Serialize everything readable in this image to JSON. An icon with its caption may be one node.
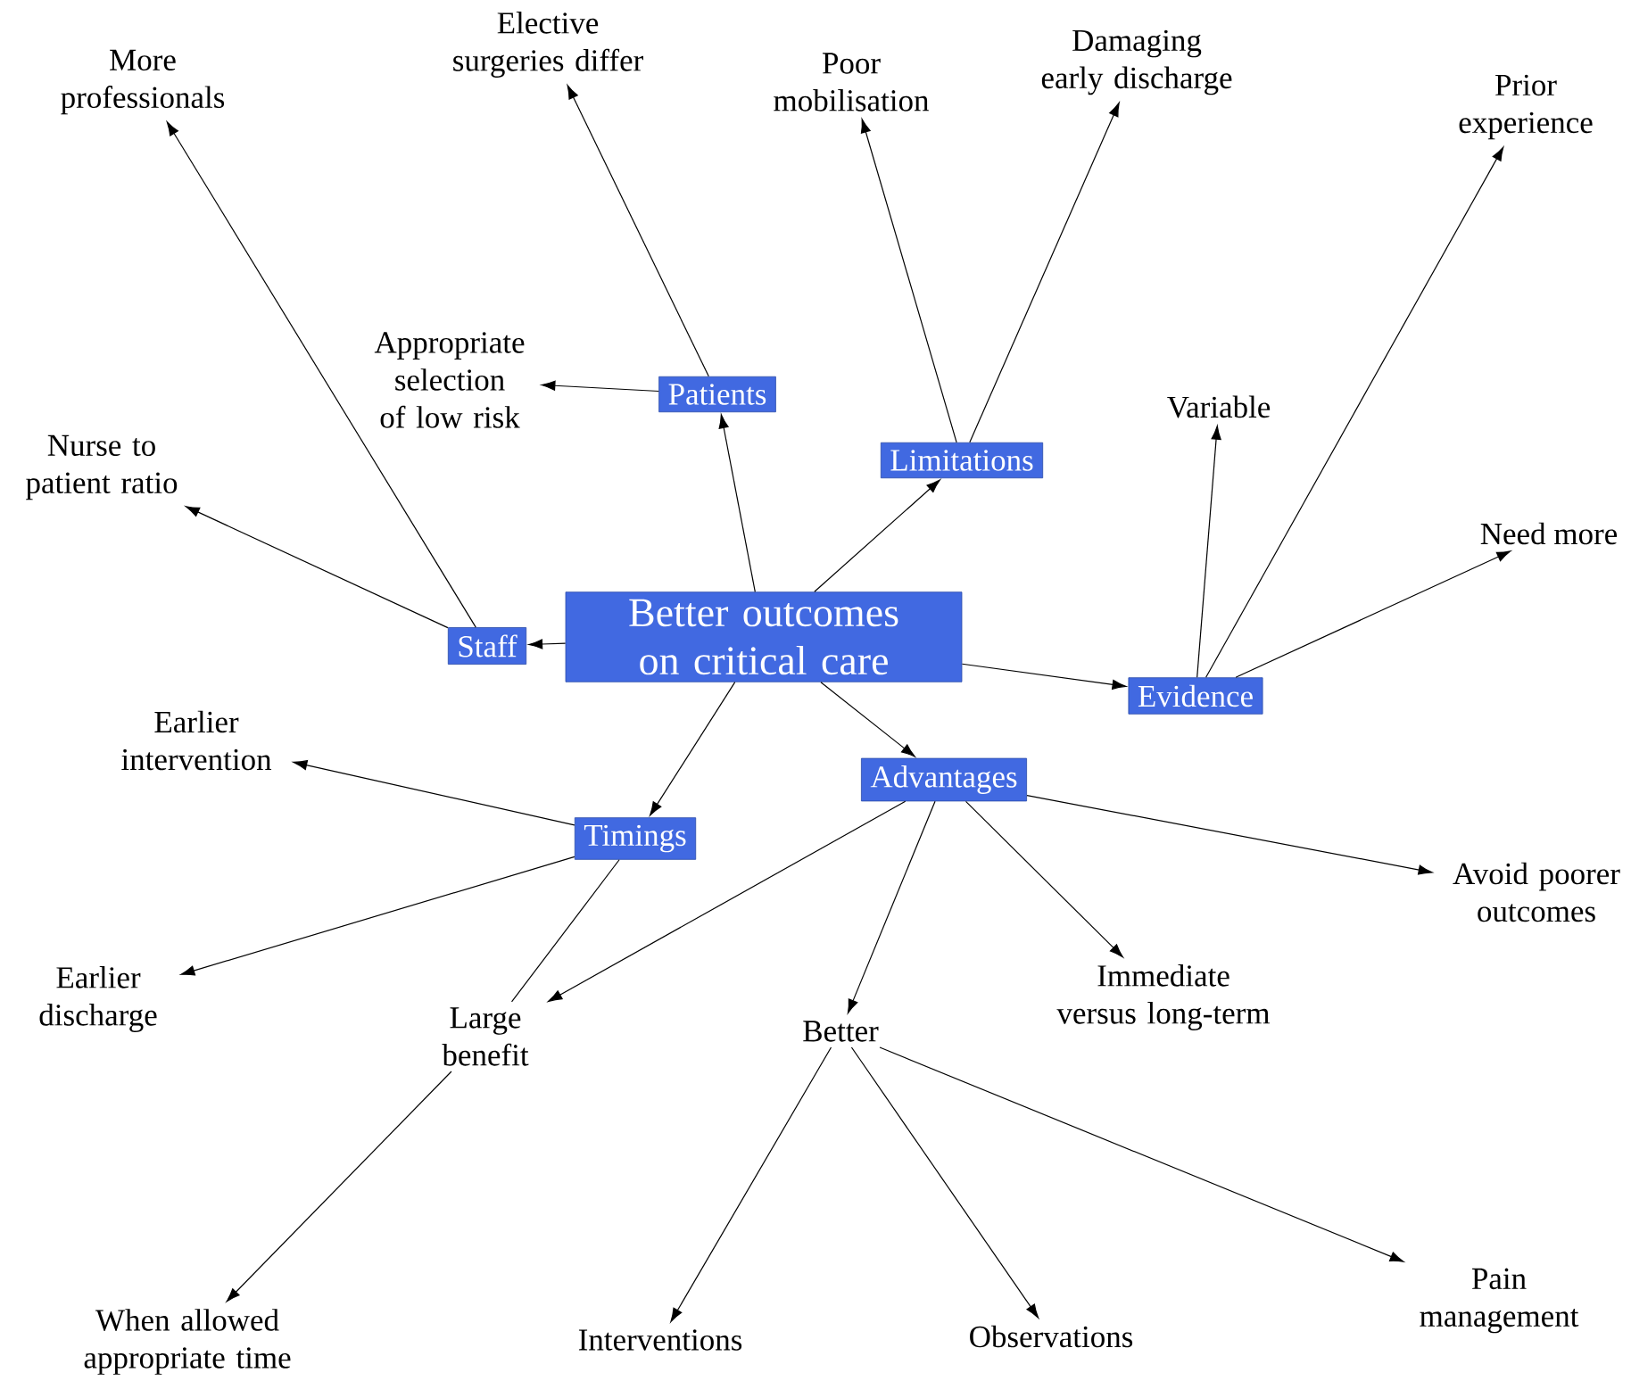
{
  "diagram": {
    "nodes": [
      {
        "text": [
          "Better outcomes on critical care"
        ]
      },
      {
        "text": [
          "Patients"
        ]
      },
      {
        "text": [
          "Limitations"
        ]
      },
      {
        "text": [
          "Staff"
        ]
      },
      {
        "text": [
          "Evidence"
        ]
      },
      {
        "text": [
          "Timings"
        ]
      },
      {
        "text": [
          "Advantages"
        ]
      },
      {
        "text": [
          "More professionals"
        ]
      },
      {
        "text": [
          "Elective surgeries differ"
        ]
      },
      {
        "text": [
          "Appropriate selection of low risk"
        ]
      },
      {
        "text": [
          "Nurse to patient ratio"
        ]
      },
      {
        "text": [
          "Poor mobilisation"
        ]
      },
      {
        "text": [
          "Damaging early discharge"
        ]
      },
      {
        "text": [
          "Prior experience"
        ]
      },
      {
        "text": [
          "Variable"
        ]
      },
      {
        "text": [
          "Need more"
        ]
      },
      {
        "text": [
          "Earlier intervention"
        ]
      },
      {
        "text": [
          "Earlier discharge"
        ]
      },
      {
        "text": [
          "Large benefit"
        ]
      },
      {
        "text": [
          "Better"
        ]
      },
      {
        "text": [
          "Immediate versus long-term"
        ]
      },
      {
        "text": [
          "Avoid poorer outcomes"
        ]
      },
      {
        "text": [
          "When allowed appropriate time"
        ]
      },
      {
        "text": [
          "Interventions"
        ]
      },
      {
        "text": [
          "Observations"
        ]
      },
      {
        "text": [
          "Pain management"
        ]
      }
    ],
    "edges": [
      {
        "from": 0,
        "to": 1,
        "arrow": "to"
      },
      {
        "from": 0,
        "to": 2,
        "arrow": "to"
      },
      {
        "from": 0,
        "to": 3,
        "arrow": "to"
      },
      {
        "from": 0,
        "to": 4,
        "arrow": "to"
      },
      {
        "from": 0,
        "to": 5,
        "arrow": "to"
      },
      {
        "from": 0,
        "to": 6,
        "arrow": "to"
      },
      {
        "from": 1,
        "to": 8,
        "arrow": "to"
      },
      {
        "from": 1,
        "to": 9,
        "arrow": "to"
      },
      {
        "from": 2,
        "to": 11,
        "arrow": "to"
      },
      {
        "from": 2,
        "to": 12,
        "arrow": "to"
      },
      {
        "from": 3,
        "to": 7,
        "arrow": "to"
      },
      {
        "from": 3,
        "to": 10,
        "arrow": "to"
      },
      {
        "from": 4,
        "to": 14,
        "arrow": "to"
      },
      {
        "from": 4,
        "to": 13,
        "arrow": "to"
      },
      {
        "from": 4,
        "to": 15,
        "arrow": "to"
      },
      {
        "from": 5,
        "to": 16,
        "arrow": "to"
      },
      {
        "from": 5,
        "to": 17,
        "arrow": "to"
      },
      {
        "from": 5,
        "to": 18,
        "arrow": "none"
      },
      {
        "from": 6,
        "to": 18,
        "arrow": "to"
      },
      {
        "from": 6,
        "to": 19,
        "arrow": "to"
      },
      {
        "from": 6,
        "to": 20,
        "arrow": "to"
      },
      {
        "from": 6,
        "to": 21,
        "arrow": "to"
      },
      {
        "from": 18,
        "to": 22,
        "arrow": "to"
      },
      {
        "from": 19,
        "to": 23,
        "arrow": "to"
      },
      {
        "from": 19,
        "to": 24,
        "arrow": "to"
      },
      {
        "from": 19,
        "to": 25,
        "arrow": "to"
      }
    ]
  }
}
